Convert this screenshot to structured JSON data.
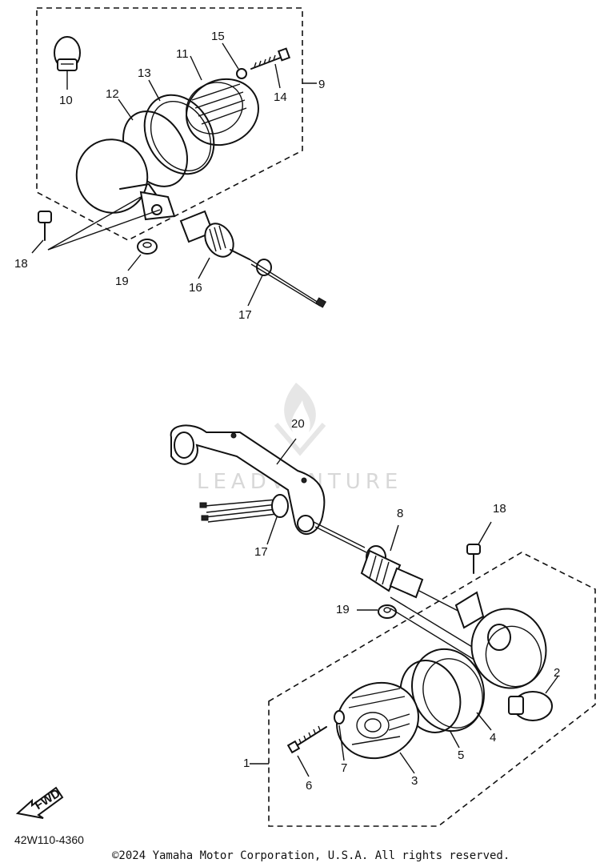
{
  "callouts": {
    "c1": "1",
    "c2": "2",
    "c3": "3",
    "c4": "4",
    "c5": "5",
    "c6": "6",
    "c7": "7",
    "c8": "8",
    "c9": "9",
    "c10": "10",
    "c11": "11",
    "c12": "12",
    "c13": "13",
    "c14": "14",
    "c15": "15",
    "c16": "16",
    "c17a": "17",
    "c17b": "17",
    "c18a": "18",
    "c18b": "18",
    "c19a": "19",
    "c19b": "19",
    "c20": "20"
  },
  "fwd_label": "FWD",
  "watermark": "LEADVENTURE",
  "doc_code": "42W110-4360",
  "copyright": "©2024 Yamaha Motor Corporation, U.S.A. All rights reserved."
}
